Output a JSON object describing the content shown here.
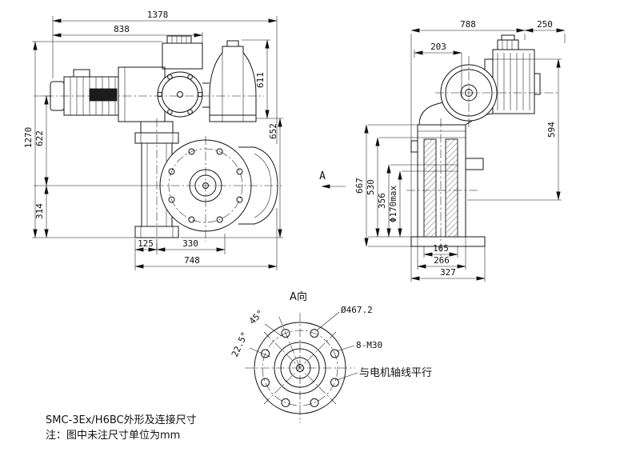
{
  "meta": {
    "title": "SMC-3Ex/H6BC外形及连接尺寸",
    "note": "注：图中未注尺寸单位为mm"
  },
  "front": {
    "w_total": "1378",
    "w_motor": "838",
    "h_top": "611",
    "h_wheel": "652",
    "h_total": "1270",
    "h_mid": "622",
    "h_base": "314",
    "b_125": "125",
    "b_330": "330",
    "b_748": "748"
  },
  "side": {
    "w_788": "788",
    "w_250": "250",
    "w_203": "203",
    "h_594": "594",
    "h_667": "667",
    "h_530": "530",
    "h_356": "356",
    "bore": "Φ170max",
    "b_165": "165",
    "b_266": "266",
    "b_327": "327"
  },
  "section": {
    "label": "A"
  },
  "flange": {
    "view_label": "A向",
    "outer_dia": "Ø467.2",
    "bolts": "8-M30",
    "parallel_note": "与电机轴线平行",
    "angle_45": "45°",
    "angle_22_5": "22.5°"
  }
}
